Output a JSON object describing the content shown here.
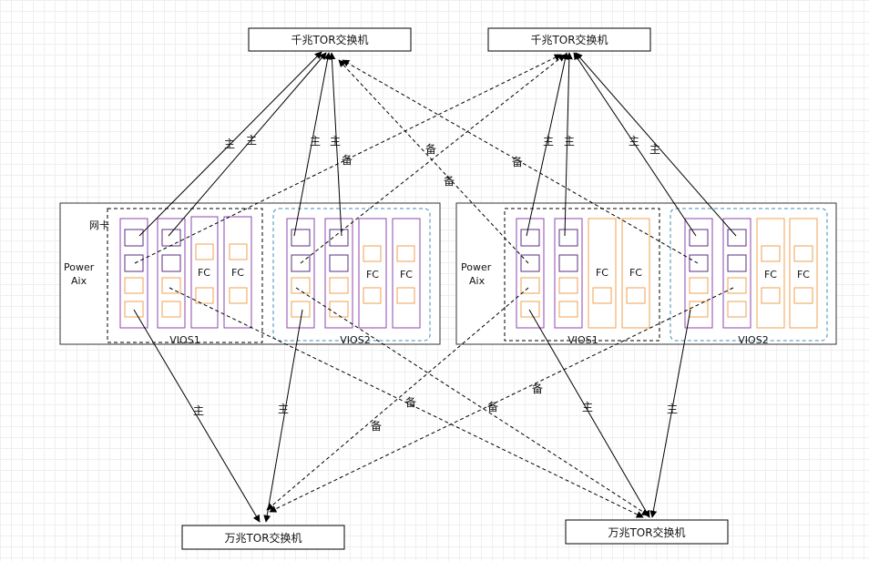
{
  "switches": {
    "gigabit": "千兆TOR交换机",
    "ten_gigabit": "万兆TOR交换机"
  },
  "servers": [
    {
      "label_line1": "Power",
      "label_line2": "Aix",
      "vios1": "VIOS1",
      "vios2": "VIOS2"
    },
    {
      "label_line1": "Power",
      "label_line2": "Aix",
      "vios1": "VIOS1",
      "vios2": "VIOS2"
    }
  ],
  "nic_label": "网卡",
  "fc_label": "FC",
  "link_labels": {
    "primary": "主",
    "backup": "备"
  },
  "colors": {
    "nic_card": "#8e44ad",
    "fc_card": "#f0a050",
    "vios2_border": "#3b8db5",
    "line": "#000000"
  }
}
